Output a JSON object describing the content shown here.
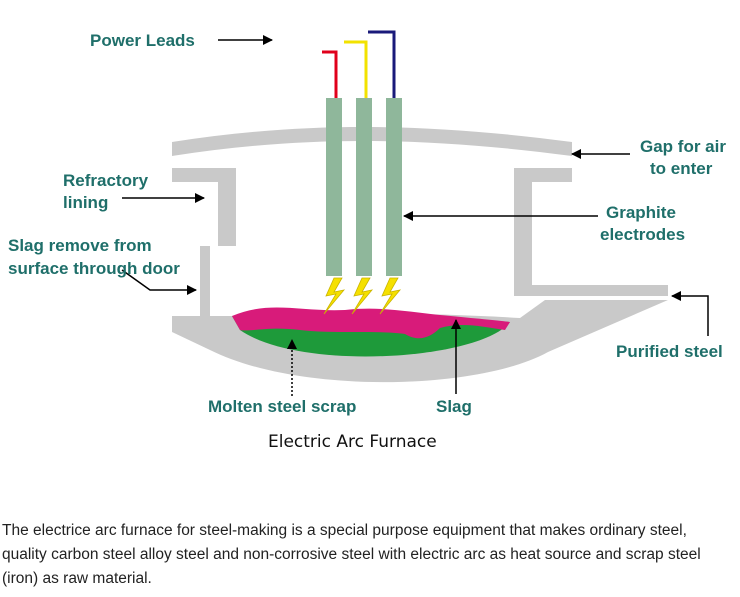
{
  "diagram": {
    "title": "Electric Arc Furnace",
    "labels": {
      "power_leads": "Power Leads",
      "refractory_line1": "Refractory",
      "refractory_line2": "lining",
      "slag_remove_line1": "Slag remove from",
      "slag_remove_line2": "surface through door",
      "gap_line1": "Gap for air",
      "gap_line2": "to enter",
      "graphite_line1": "Graphite",
      "graphite_line2": "electrodes",
      "purified_steel": "Purified steel",
      "molten_steel": "Molten steel scrap",
      "slag": "Slag"
    },
    "colors": {
      "label_text": "#1f6f6a",
      "furnace_wall": "#c9c9c9",
      "electrode": "#8fb79b",
      "molten_steel": "#1e9a3a",
      "slag": "#d81b7a",
      "arc": "#f5e000",
      "lead_red": "#e0001b",
      "lead_yellow": "#f2e200",
      "lead_blue": "#1a1a7a"
    }
  },
  "description": "The electrice arc furnace for steel-making is a special purpose equipment that makes ordinary steel, quality carbon steel alloy steel and non-corrosive steel with electric arc as heat source and scrap steel (iron) as raw material."
}
